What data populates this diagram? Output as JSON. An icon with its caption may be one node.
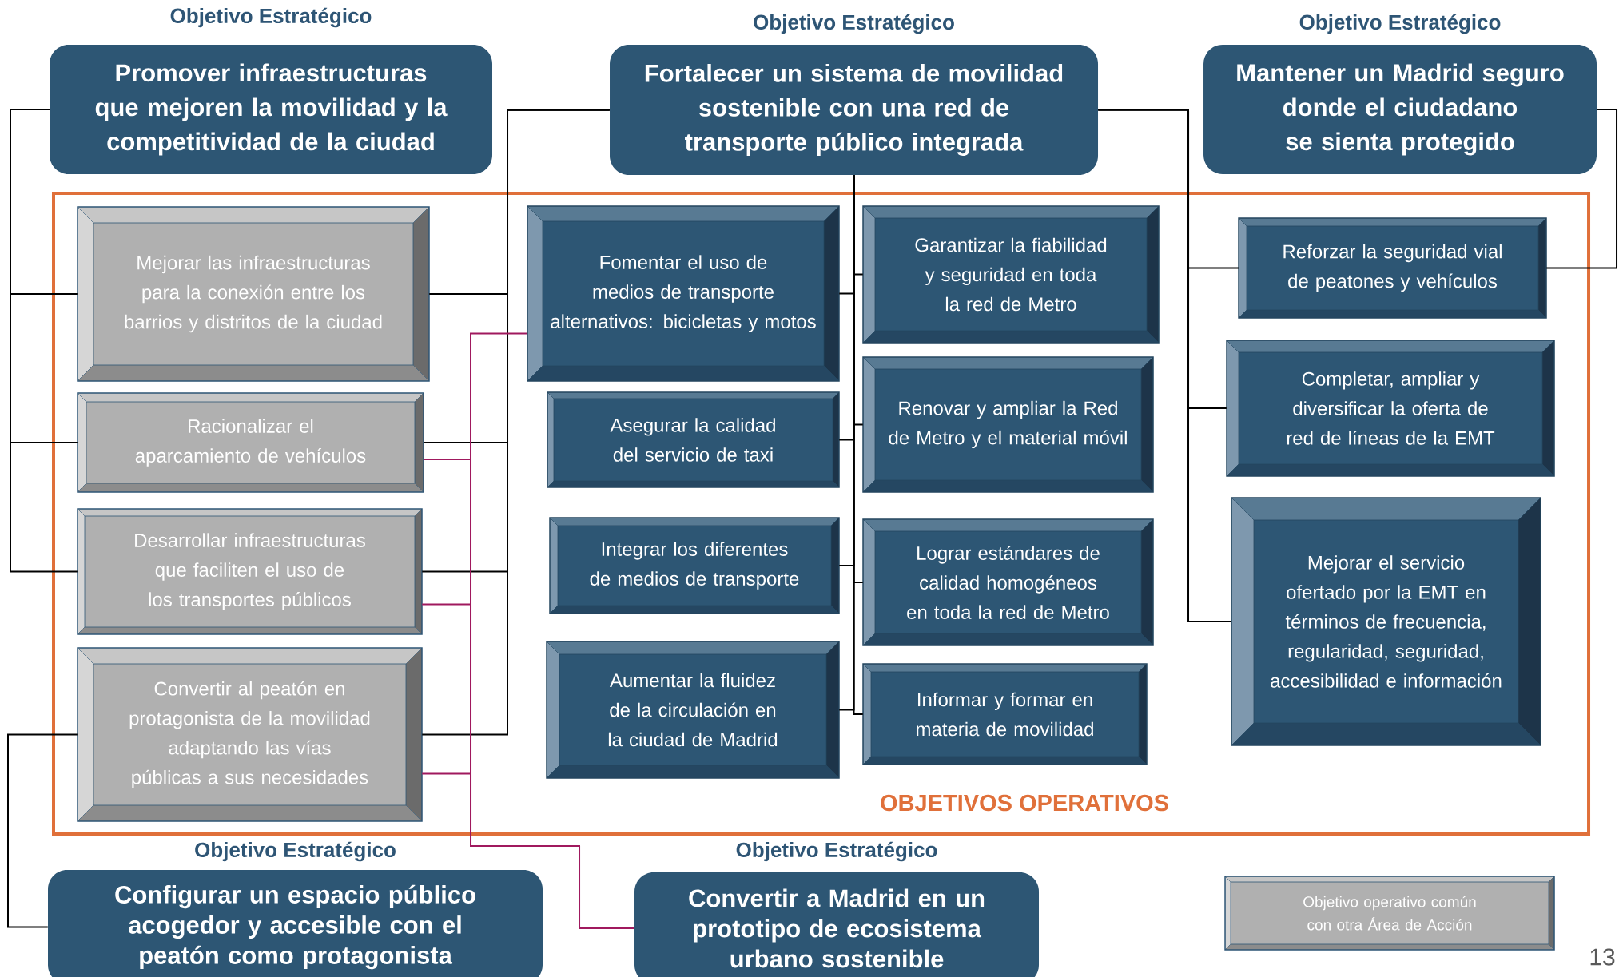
{
  "diagram": {
    "nodes": [
      {
        "text": [
          "Objetivo Estratégico",
          "Promover infraestructuras que mejoren la movilidad y la competitividad de la ciudad"
        ]
      },
      {
        "text": [
          "Objetivo Estratégico",
          "Fortalecer un sistema de movilidad sostenible con una red de transporte público integrada"
        ]
      },
      {
        "text": [
          "Objetivo Estratégico",
          "Mantener un Madrid seguro donde el ciudadano se sienta protegido"
        ]
      },
      {
        "text": [
          "OBJETIVOS OPERATIVOS"
        ]
      },
      {
        "text": [
          "Mejorar las infraestructuras para la conexión entre los barrios y distritos de la ciudad"
        ],
        "in": 3
      },
      {
        "text": [
          "Racionalizar el aparcamiento de vehículos"
        ],
        "in": 3
      },
      {
        "text": [
          "Desarrollar infraestructuras que faciliten el uso de los transportes públicos"
        ],
        "in": 3
      },
      {
        "text": [
          "Convertir al peatón en protagonista de la movilidad adaptando las vías públicas a sus necesidades"
        ],
        "in": 3
      },
      {
        "text": [
          "Fomentar el uso de medios de transporte alternativos: bicicletas y motos"
        ],
        "in": 3
      },
      {
        "text": [
          "Asegurar la calidad del servicio de taxi"
        ],
        "in": 3
      },
      {
        "text": [
          "Integrar los diferentes de medios de transporte"
        ],
        "in": 3
      },
      {
        "text": [
          "Aumentar la fluidez de la circulación en la ciudad de Madrid"
        ],
        "in": 3
      },
      {
        "text": [
          "Garantizar la fiabilidad y seguridad en toda la red de Metro"
        ],
        "in": 3
      },
      {
        "text": [
          "Renovar y ampliar la Red de Metro y el material móvil"
        ],
        "in": 3
      },
      {
        "text": [
          "Lograr estándares de calidad homogéneos en toda la red de Metro"
        ],
        "in": 3
      },
      {
        "text": [
          "Informar y formar en materia de movilidad"
        ],
        "in": 3
      },
      {
        "text": [
          "Reforzar la seguridad vial de peatones y vehículos"
        ],
        "in": 3
      },
      {
        "text": [
          "Completar, ampliar y diversificar la oferta de red de líneas de la EMT"
        ],
        "in": 3
      },
      {
        "text": [
          "Mejorar el servicio ofertado por la EMT en términos de frecuencia, regularidad, seguridad, accesibilidad e información"
        ],
        "in": 3
      },
      {
        "text": [
          "Objetivo Estratégico",
          "Configurar un espacio público acogedor y accesible con el peatón como protagonista"
        ]
      },
      {
        "text": [
          "Objetivo Estratégico",
          "Convertir a Madrid en un prototipo de ecosistema urbano sostenible"
        ]
      }
    ],
    "edges": [
      {
        "from": 0,
        "to": 4,
        "arrow": "none"
      },
      {
        "from": 0,
        "to": 5,
        "arrow": "none"
      },
      {
        "from": 0,
        "to": 6,
        "arrow": "none"
      },
      {
        "from": 1,
        "to": 4,
        "arrow": "none"
      },
      {
        "from": 1,
        "to": 5,
        "arrow": "none"
      },
      {
        "from": 1,
        "to": 6,
        "arrow": "none"
      },
      {
        "from": 1,
        "to": 7,
        "arrow": "none"
      },
      {
        "from": 1,
        "to": 8,
        "arrow": "none"
      },
      {
        "from": 1,
        "to": 9,
        "arrow": "none"
      },
      {
        "from": 1,
        "to": 10,
        "arrow": "none"
      },
      {
        "from": 1,
        "to": 11,
        "arrow": "none"
      },
      {
        "from": 1,
        "to": 12,
        "arrow": "none"
      },
      {
        "from": 1,
        "to": 13,
        "arrow": "none"
      },
      {
        "from": 1,
        "to": 14,
        "arrow": "none"
      },
      {
        "from": 1,
        "to": 15,
        "arrow": "none"
      },
      {
        "from": 1,
        "to": 16,
        "arrow": "none"
      },
      {
        "from": 1,
        "to": 17,
        "arrow": "none"
      },
      {
        "from": 1,
        "to": 18,
        "arrow": "none"
      },
      {
        "from": 2,
        "to": 16,
        "arrow": "none"
      },
      {
        "from": 19,
        "to": 7,
        "arrow": "none"
      },
      {
        "from": 20,
        "to": 8,
        "arrow": "none",
        "color": "#a0195e"
      },
      {
        "from": 20,
        "to": 5,
        "arrow": "none",
        "color": "#a0195e"
      },
      {
        "from": 20,
        "to": 6,
        "arrow": "none",
        "color": "#a0195e"
      },
      {
        "from": 20,
        "to": 7,
        "arrow": "none",
        "color": "#a0195e"
      }
    ],
    "labels": [
      "13"
    ],
    "legend": [
      {
        "text": "Objetivo operativo común con otra Área de Acción",
        "color": "#b0b0b0"
      }
    ]
  }
}
